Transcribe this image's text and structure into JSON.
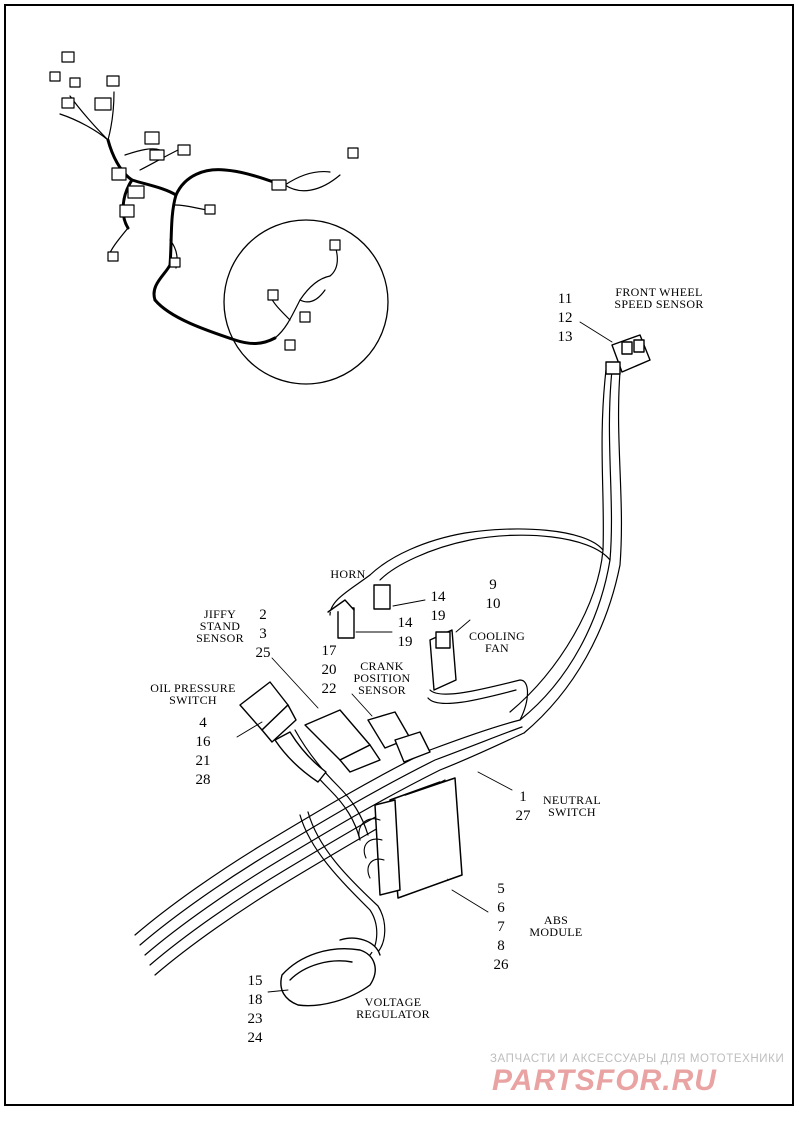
{
  "diagram": {
    "labels": {
      "front_wheel_speed_sensor": {
        "caption": [
          "FRONT WHEEL",
          "SPEED SENSOR"
        ],
        "parts": [
          "11",
          "12",
          "13"
        ]
      },
      "horn": {
        "caption": [
          "HORN"
        ],
        "parts_a": [
          "14",
          "19"
        ],
        "parts_b": [
          "14",
          "19"
        ],
        "parts_c": [
          "17",
          "20",
          "22"
        ]
      },
      "cooling_fan": {
        "caption": [
          "COOLING",
          "FAN"
        ],
        "parts": [
          "9",
          "10"
        ]
      },
      "jiffy_stand_sensor": {
        "caption": [
          "JIFFY",
          "STAND",
          "SENSOR"
        ],
        "parts": [
          "2",
          "3",
          "25"
        ]
      },
      "crank_position_sensor": {
        "caption": [
          "CRANK",
          "POSITION",
          "SENSOR"
        ]
      },
      "oil_pressure_switch": {
        "caption": [
          "OIL PRESSURE",
          "SWITCH"
        ],
        "parts": [
          "4",
          "16",
          "21",
          "28"
        ]
      },
      "neutral_switch": {
        "caption": [
          "NEUTRAL",
          "SWITCH"
        ],
        "parts": [
          "1",
          "27"
        ]
      },
      "abs_module": {
        "caption": [
          "ABS",
          "MODULE"
        ],
        "parts": [
          "5",
          "6",
          "7",
          "8",
          "26"
        ]
      },
      "voltage_regulator": {
        "caption": [
          "VOLTAGE",
          "REGULATOR"
        ],
        "parts": [
          "15",
          "18",
          "23",
          "24"
        ]
      }
    }
  },
  "watermark": {
    "line1": "ЗАПЧАСТИ И АКСЕССУАРЫ ДЛЯ МОТОТЕХНИКИ",
    "line2": "PARTSFOR.RU"
  }
}
